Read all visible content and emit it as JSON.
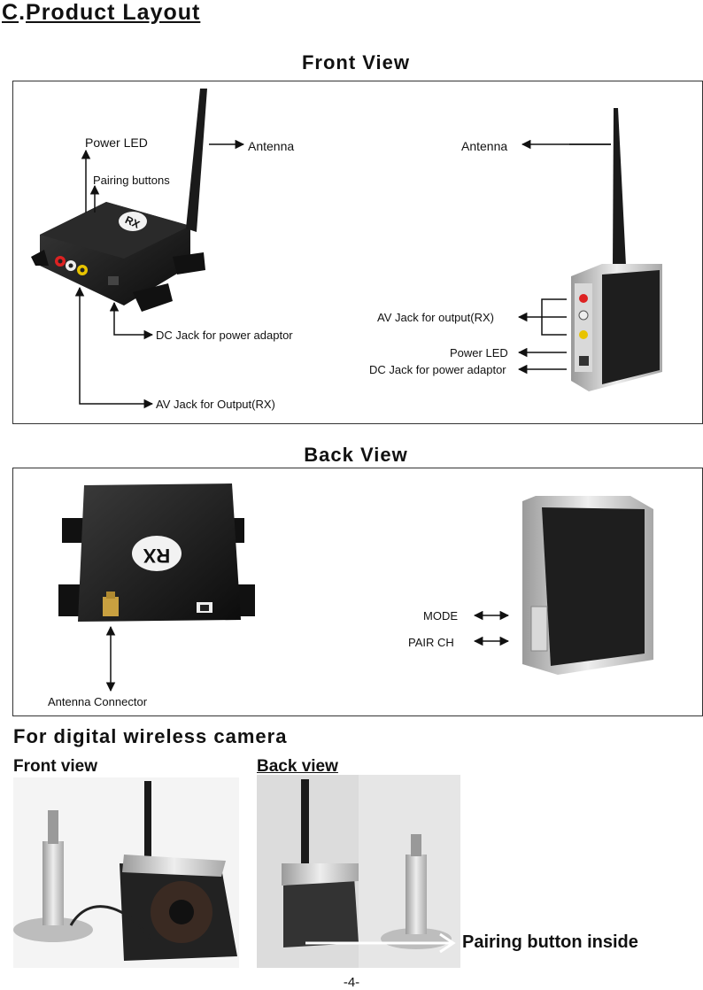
{
  "header": {
    "letter": "C",
    "dot": ".",
    "title": "Product Layout"
  },
  "front_view": {
    "title": "Front View",
    "box_receiver": {
      "power_led": "Power LED",
      "pairing_buttons": "Pairing buttons",
      "antenna": "Antenna",
      "dc_jack": "DC Jack for power adaptor",
      "av_jack": "AV Jack for Output(RX)",
      "device_label": "RX"
    },
    "tower_receiver": {
      "antenna": "Antenna",
      "av_jack": "AV Jack for output(RX)",
      "power_led": "Power LED",
      "dc_jack": "DC Jack for power adaptor"
    }
  },
  "back_view": {
    "title": "Back View",
    "antenna_connector": "Antenna Connector",
    "device_label": "RX",
    "mode": "MODE",
    "pair_ch": "PAIR CH"
  },
  "camera": {
    "title": "For digital wireless camera",
    "front_view": "Front view",
    "back_view": "Back view",
    "pairing_button": "Pairing button inside"
  },
  "footer": {
    "page": "-4-"
  }
}
